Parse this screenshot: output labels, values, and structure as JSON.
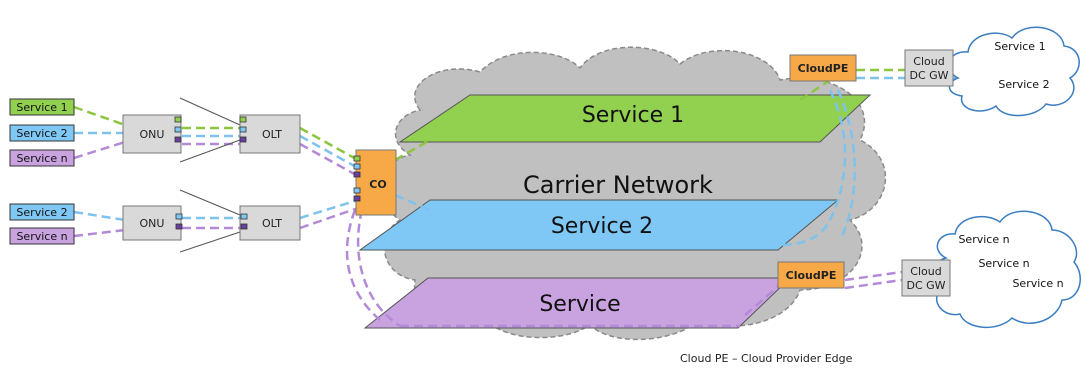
{
  "colors": {
    "service1": "#92d050",
    "service2": "#7fc8f5",
    "servicen": "#c9a2e0",
    "service1_line": "#8cc63f",
    "service2_line": "#7ec3ee",
    "servicen_line": "#b48ad8",
    "cloudpe": "#f7a948",
    "device": "#d9d9d9",
    "carrier_cloud": "#c0c0c0",
    "dc_cloud_stroke": "#3a7dc0"
  },
  "left_services": {
    "group1": [
      "Service 1",
      "Service 2",
      "Service n"
    ],
    "group2": [
      "Service 2",
      "Service n"
    ]
  },
  "devices": {
    "onu1": "ONU",
    "olt1": "OLT",
    "onu2": "ONU",
    "olt2": "OLT",
    "co": "CO"
  },
  "carrier": {
    "title": "Carrier Network",
    "plane1": "Service 1",
    "plane2": "Service 2",
    "plane3": "Service"
  },
  "cloud_pe": {
    "top": "CloudPE",
    "bottom": "CloudPE"
  },
  "dc_gw": {
    "top_line1": "Cloud",
    "top_line2": "DC GW",
    "bottom_line1": "Cloud",
    "bottom_line2": "DC GW"
  },
  "dc_top_services": [
    "Service 1",
    "Service 2"
  ],
  "dc_bottom_services": [
    "Service n",
    "Service n",
    "Service n"
  ],
  "footnote": "Cloud PE – Cloud Provider Edge"
}
